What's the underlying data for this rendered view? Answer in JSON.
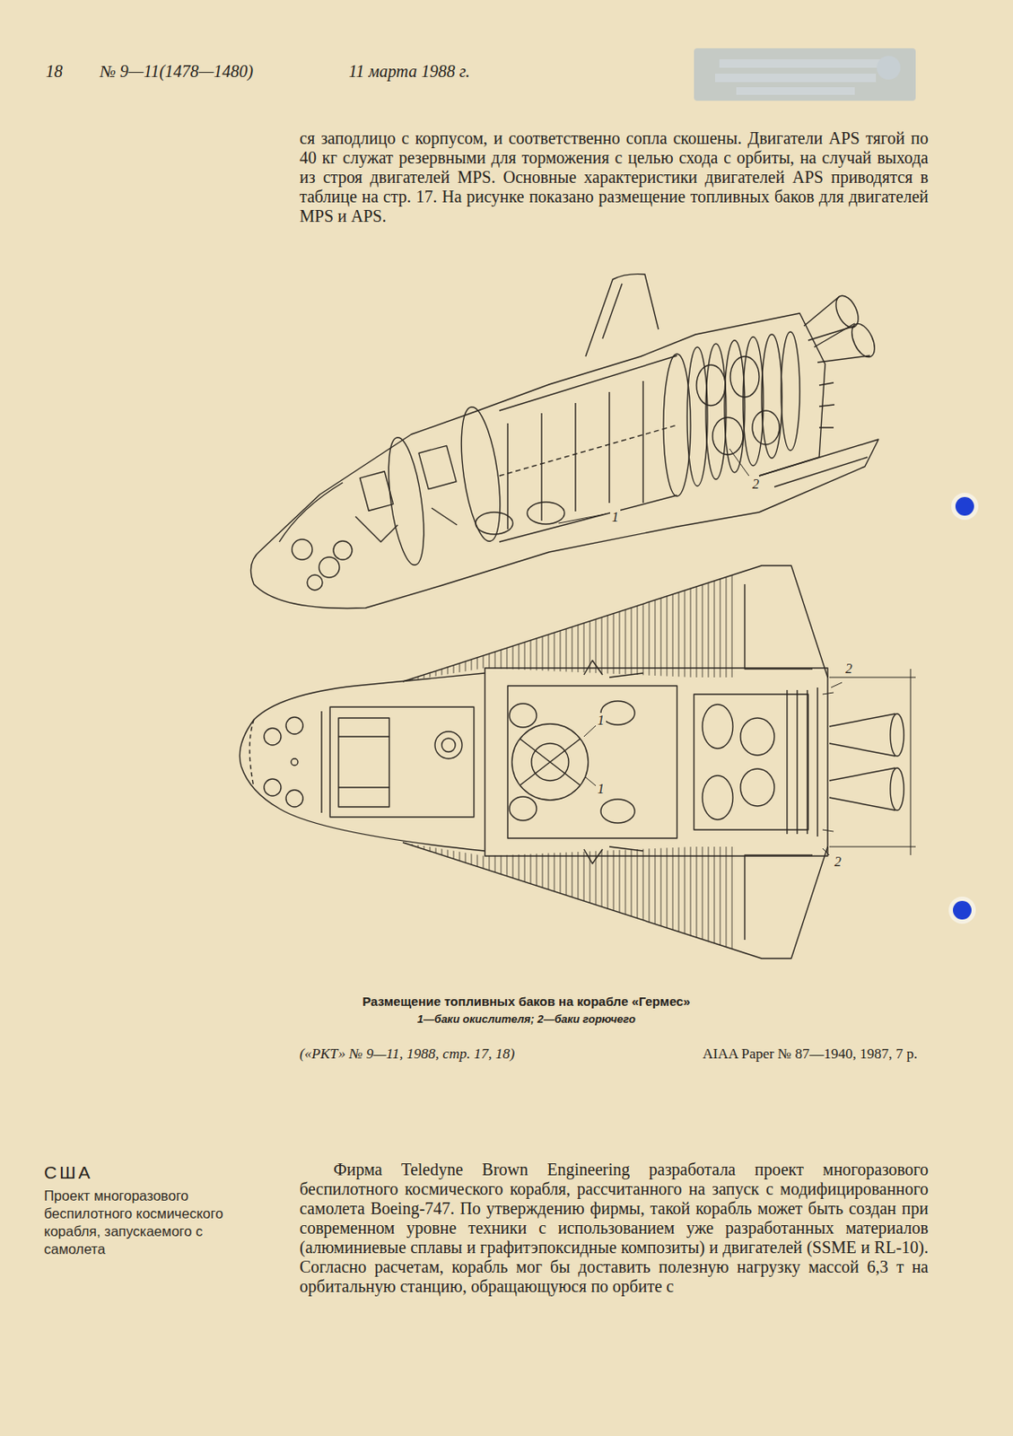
{
  "diagram": {
    "caption": "Размещение топливных баков на корабле «Гермес»",
    "labels": [
      "18",
      "№ 9—11(1478—1480)",
      "11 марта 1988 г.",
      "ся заподлицо с корпусом, и соответственно сопла скошены. Двигатели APS тягой по 40 кг служат резервными для торможения с целью схода с орбиты, на случай выхода из строя двигателей MPS. Основные характеристики двигателей APS приводятся в таблице на стр. 17. На рисунке показано размещение топливных баков для двигателей MPS и APS.",
      "1",
      "2",
      "1",
      "1",
      "2",
      "2",
      "1—баки окислителя; 2—баки горючего",
      "(«РКТ» № 9—11, 1988, стр. 17, 18)",
      "AIAA Paper № 87—1940, 1987, 7 р.",
      "США",
      "Проект многоразового беспилотного космического корабля, запускаемого с самолета",
      "Фирма Teledyne Brown Engineering разработала проект многоразового беспилотного космического корабля, рассчитанного на запуск с модифицированного самолета Boeing-747. По утверждению фирмы, такой корабль может быть создан при современном уровне техники с использованием уже разработанных материалов (алюминиевые сплавы и графитэпоксидные композиты) и двигателей (SSME и RL-10). Согласно расчетам, корабль мог бы доставить полезную нагрузку массой 6,3 т на орбитальную станцию, обращающуюся по орбите с"
    ]
  }
}
